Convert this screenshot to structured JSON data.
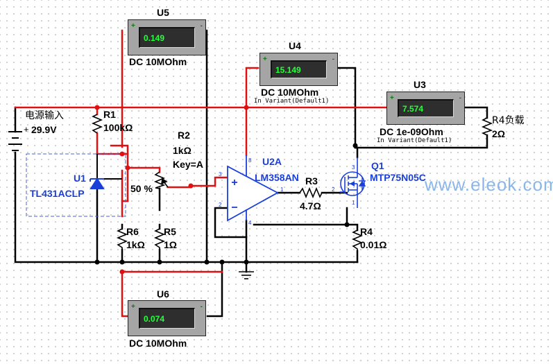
{
  "watermark": "www.eleok.com",
  "source": {
    "name": "电源输入",
    "voltage": "29.9V",
    "plus": "+"
  },
  "meters": {
    "U5": {
      "ref": "U5",
      "reading": "0.149",
      "mode": "DC  10MOhm",
      "plus": "+",
      "minus": "-"
    },
    "U4": {
      "ref": "U4",
      "reading": "15.149",
      "mode": "DC  10MOhm",
      "variant": "In Variant(Default1)",
      "plus": "+",
      "minus": "-"
    },
    "U3": {
      "ref": "U3",
      "reading": "7.574",
      "mode": "DC  1e-09Ohm",
      "variant": "In Variant(Default1)",
      "plus": "+",
      "minus": "-"
    },
    "U6": {
      "ref": "U6",
      "reading": "0.074",
      "mode": "DC  10MOhm",
      "plus": "+",
      "minus": "-"
    }
  },
  "resistors": {
    "R1": {
      "ref": "R1",
      "value": "100kΩ"
    },
    "R2": {
      "ref": "R2",
      "value": "1kΩ",
      "key": "Key=A",
      "percent": "50 %"
    },
    "R3": {
      "ref": "R3",
      "value": "4.7Ω"
    },
    "R4_load": {
      "ref": "R4负载",
      "value": "2Ω"
    },
    "R4": {
      "ref": "R4",
      "value": "0.01Ω"
    },
    "R5": {
      "ref": "R5",
      "value": "1Ω"
    },
    "R6": {
      "ref": "R6",
      "value": "1kΩ"
    }
  },
  "u1": {
    "ref": "U1",
    "part": "TL431ACLP"
  },
  "u2a": {
    "ref": "U2A",
    "part": "LM358AN",
    "pins": {
      "p3": "3",
      "p2": "2",
      "p8": "8",
      "p4": "4",
      "p1": "1"
    }
  },
  "q1": {
    "ref": "Q1",
    "part": "MTP75N05C",
    "pins": {
      "g": "2",
      "d": "3",
      "s": "1"
    }
  },
  "colors": {
    "red_wire": "#e01010",
    "black_wire": "#000000",
    "blue": "#1a3fd8",
    "meter_green": "#26ff3a",
    "watermark": "#8ab6ea"
  }
}
